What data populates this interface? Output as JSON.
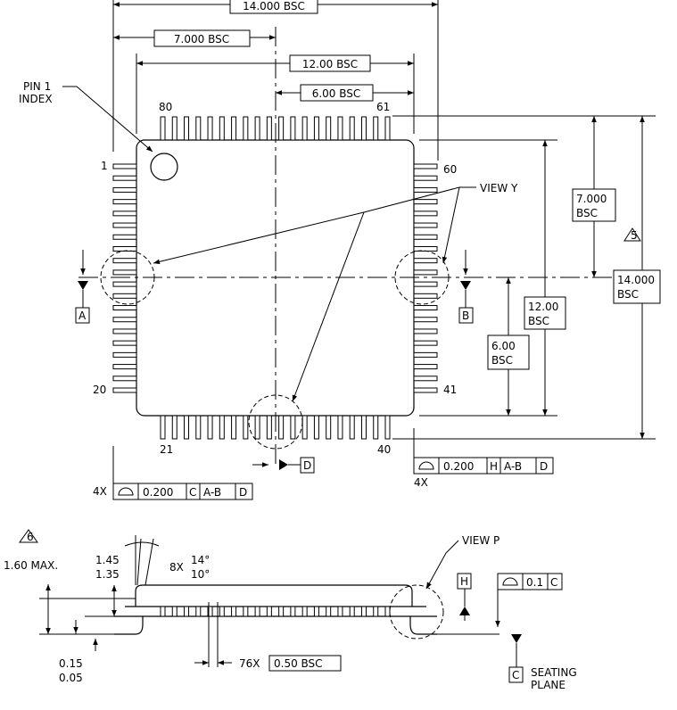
{
  "top_view": {
    "dim_overall_width": "14.000 BSC",
    "dim_half_overall_width": "7.000 BSC",
    "dim_body_width": "12.00 BSC",
    "dim_half_body_width": "6.00 BSC",
    "dim_half_overall_height": [
      "7.000",
      "BSC"
    ],
    "dim_overall_height": [
      "14.000",
      "BSC"
    ],
    "dim_body_height": [
      "12.00",
      "BSC"
    ],
    "dim_half_body_height": [
      "6.00",
      "BSC"
    ],
    "note_5": "5",
    "pin1_label": [
      "PIN 1",
      "INDEX"
    ],
    "pin_numbers": {
      "p1": "1",
      "p20": "20",
      "p21": "21",
      "p40": "40",
      "p41": "41",
      "p60": "60",
      "p61": "61",
      "p80": "80"
    },
    "view_y_label": "VIEW Y",
    "datum_a": "A",
    "datum_b": "B",
    "datum_d": "D",
    "fcf_left": {
      "count": "4X",
      "tol": "0.200",
      "d1": "C",
      "d2": "A-B",
      "d3": "D"
    },
    "fcf_right": {
      "count": "4X",
      "tol": "0.200",
      "d1": "H",
      "d2": "A-B",
      "d3": "D"
    }
  },
  "side_view": {
    "note_6": "6",
    "max_height": "1.60 MAX.",
    "body_thickness": [
      "1.45",
      "1.35"
    ],
    "angle": {
      "count": "8X",
      "max": "14°",
      "min": "10°"
    },
    "view_p_label": "VIEW P",
    "datum_h": "H",
    "flatness_tol": "0.1",
    "flatness_datum": "C",
    "standoff": [
      "0.15",
      "0.05"
    ],
    "pitch_count": "76X",
    "pitch": "0.50 BSC",
    "datum_c": "C",
    "seating_plane": [
      "SEATING",
      "PLANE"
    ]
  }
}
